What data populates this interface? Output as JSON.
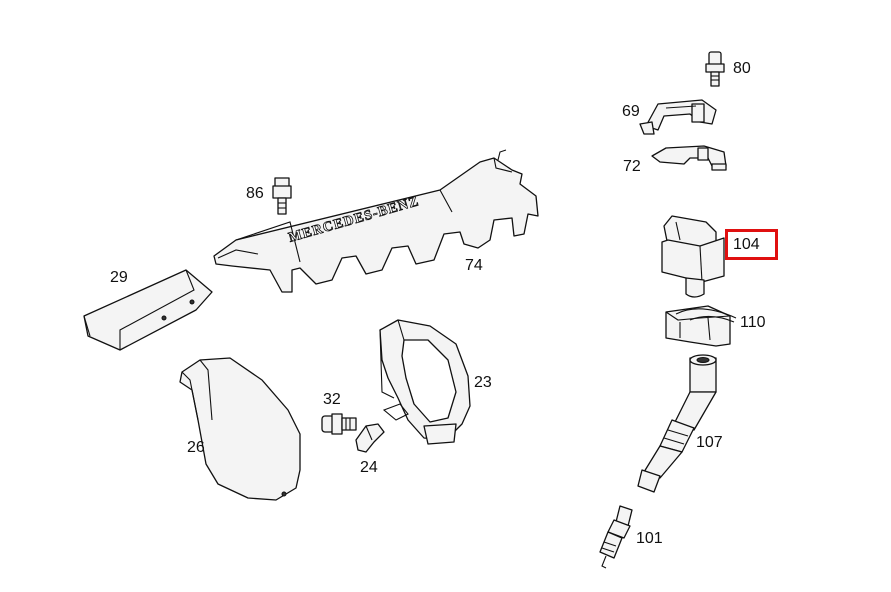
{
  "diagram": {
    "highlight_color": "#e01010",
    "highlighted_part": "104",
    "engraving": "MERCEDES-BENZ",
    "parts": [
      {
        "id": "80"
      },
      {
        "id": "69"
      },
      {
        "id": "72"
      },
      {
        "id": "86"
      },
      {
        "id": "74"
      },
      {
        "id": "29"
      },
      {
        "id": "104"
      },
      {
        "id": "110"
      },
      {
        "id": "23"
      },
      {
        "id": "32"
      },
      {
        "id": "26"
      },
      {
        "id": "24"
      },
      {
        "id": "107"
      },
      {
        "id": "101"
      }
    ]
  }
}
